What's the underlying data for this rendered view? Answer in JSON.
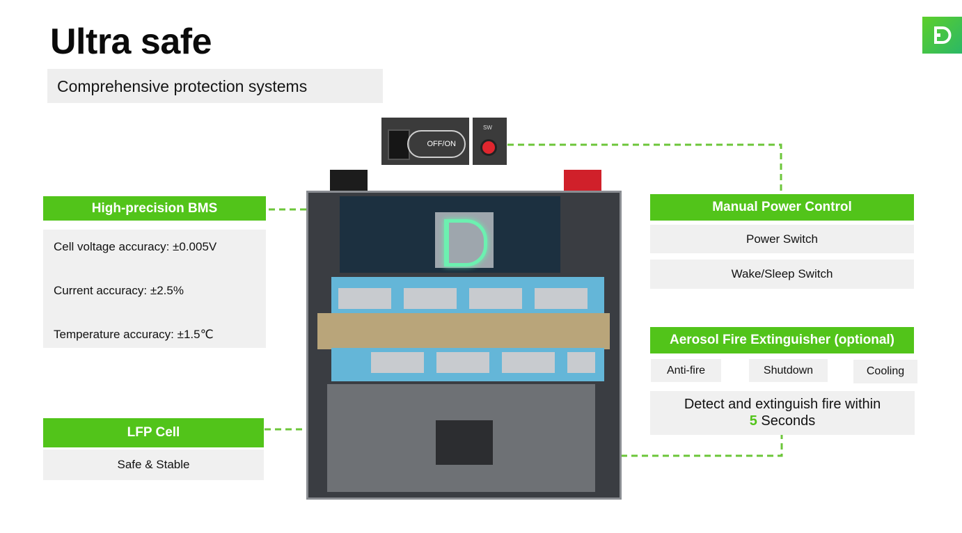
{
  "title": "Ultra safe",
  "subtitle": "Comprehensive protection systems",
  "colors": {
    "accent": "#52c41a",
    "panel": "#f0f0f0",
    "highlight": "#52c41a"
  },
  "icons": {
    "logo": "brand-d-logo"
  },
  "bms": {
    "heading": "High-precision BMS",
    "specs": [
      {
        "label": "Cell voltage accuracy: ",
        "value": "±0.005V"
      },
      {
        "label": "Current accuracy: ",
        "value": "±2.5%"
      },
      {
        "label": "Temperature accuracy: ",
        "value": "±1.5℃"
      }
    ]
  },
  "lfp": {
    "heading": "LFP Cell",
    "text": "Safe & Stable"
  },
  "power": {
    "heading": "Manual Power Control",
    "items": [
      "Power Switch",
      "Wake/Sleep Switch"
    ]
  },
  "aerosol": {
    "heading": "Aerosol Fire Extinguisher (optional)",
    "chips": [
      "Anti-fire",
      "Shutdown",
      "Cooling"
    ],
    "detect_line1": "Detect and extinguish fire within",
    "detect_number": "5",
    "detect_unit": " Seconds"
  },
  "device": {
    "switch_label": "OFF/ON",
    "sw_label": "SW"
  }
}
